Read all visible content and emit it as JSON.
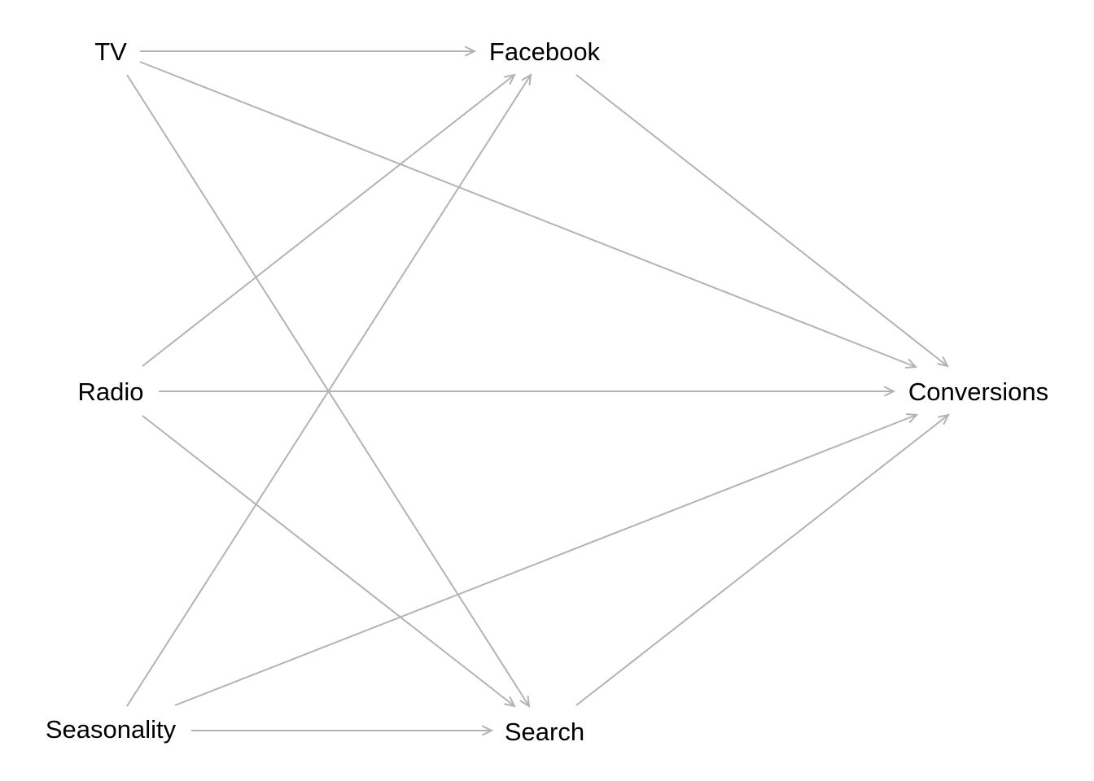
{
  "diagram": {
    "type": "directed-graph",
    "edge_color": "#b3b3b3",
    "label_color": "#000000",
    "nodes": [
      {
        "id": "tv",
        "label": "TV"
      },
      {
        "id": "facebook",
        "label": "Facebook"
      },
      {
        "id": "radio",
        "label": "Radio"
      },
      {
        "id": "conversions",
        "label": "Conversions"
      },
      {
        "id": "seasonality",
        "label": "Seasonality"
      },
      {
        "id": "search",
        "label": "Search"
      }
    ],
    "edges": [
      {
        "from": "tv",
        "to": "facebook"
      },
      {
        "from": "tv",
        "to": "conversions"
      },
      {
        "from": "tv",
        "to": "search"
      },
      {
        "from": "radio",
        "to": "facebook"
      },
      {
        "from": "radio",
        "to": "conversions"
      },
      {
        "from": "radio",
        "to": "search"
      },
      {
        "from": "seasonality",
        "to": "facebook"
      },
      {
        "from": "seasonality",
        "to": "conversions"
      },
      {
        "from": "seasonality",
        "to": "search"
      },
      {
        "from": "facebook",
        "to": "conversions"
      },
      {
        "from": "search",
        "to": "conversions"
      }
    ]
  }
}
